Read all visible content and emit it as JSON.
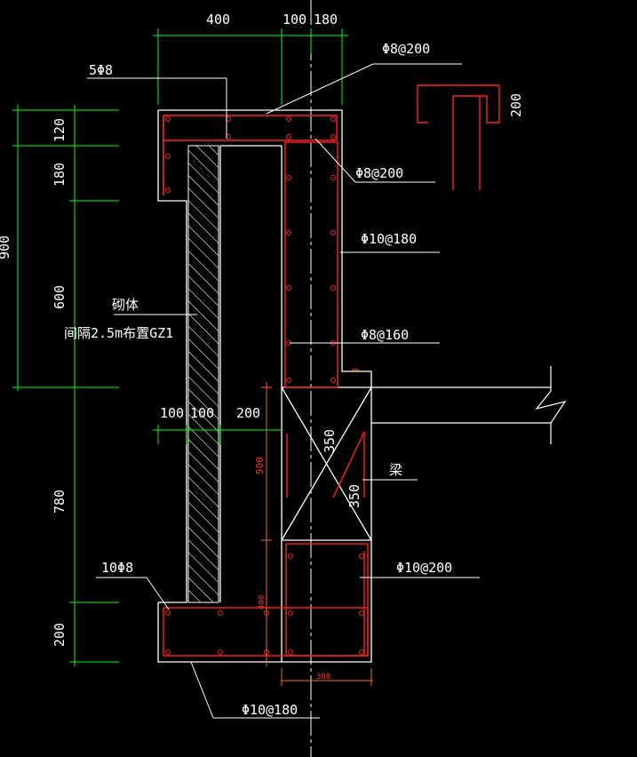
{
  "labels": {
    "top_dim_400": "400",
    "top_dim_100": "100",
    "top_dim_180": "180",
    "rebar_5phi8": "5Φ8",
    "rebar_phi8_200_top": "Φ8@200",
    "hook_dim_200": "200",
    "left_dim_120": "120",
    "left_dim_180": "180",
    "left_dim_600": "600",
    "left_dim_900": "900",
    "left_dim_780": "780",
    "left_dim_200": "200",
    "rebar_phi8_200_mid": "Φ8@200",
    "rebar_phi10_180_mid": "Φ10@180",
    "masonry_label": "砌体",
    "gz1_label": "间隔2.5m布置GZ1",
    "rebar_phi8_160": "Φ8@160",
    "mid_dim_100a": "100",
    "mid_dim_100b": "100",
    "mid_dim_200": "200",
    "beam_dim_500": "500",
    "beam_dim_350a": "350",
    "beam_dim_350b": "350",
    "beam_label": "梁",
    "rebar_10phi8": "10Φ8",
    "rebar_phi10_200": "Φ10@200",
    "base_dim_400": "400",
    "base_dim_300": "300",
    "rebar_phi10_180_bottom": "Φ10@180"
  },
  "colors": {
    "background": "#000000",
    "outline": "#ffffff",
    "rebar": "#ff2020",
    "dimension": "#00ff00",
    "dim_red": "#ff6600"
  }
}
